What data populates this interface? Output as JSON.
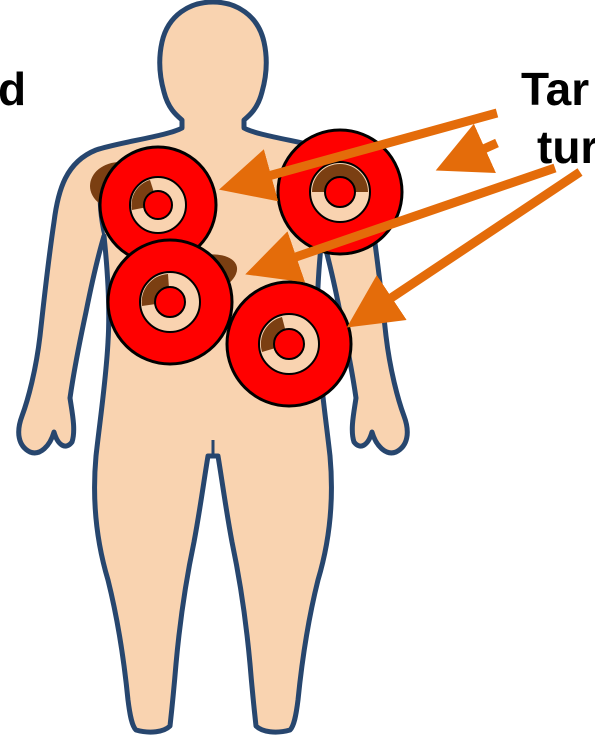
{
  "labels": {
    "left_partial": "d",
    "right_line1": "Tar",
    "right_line2": "tur"
  },
  "colors": {
    "skin": "#F9D3B0",
    "outline": "#27466E",
    "target_red": "#FF0000",
    "target_outline": "#000000",
    "tumor_brown": "#7B3F12",
    "arrow_orange": "#E46C0A"
  },
  "targets": [
    {
      "id": "upper-left"
    },
    {
      "id": "upper-right"
    },
    {
      "id": "middle-left"
    },
    {
      "id": "lower-center"
    }
  ],
  "arrows_count": 4
}
